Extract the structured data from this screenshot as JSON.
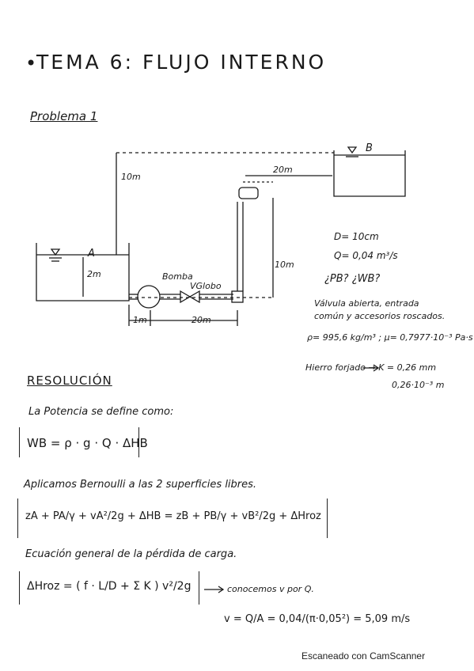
{
  "header": {
    "bullet": "•",
    "title": "TEMA 6: FLUJO INTERNO"
  },
  "problem": {
    "title": "Problema 1",
    "diagram": {
      "point_a": "A",
      "point_b": "B",
      "height_10m_left": "10m",
      "height_2m": "2m",
      "length_20m_top": "20m",
      "height_10m_right": "10m",
      "pump_label": "Bomba",
      "valve_label": "VGlobo",
      "length_1m": "1m",
      "length_20m_bottom": "20m"
    },
    "data": {
      "diameter": "D= 10cm",
      "flow": "Q= 0,04 m³/s",
      "question": "¿PB? ¿WB?",
      "line1": "Válvula abierta, entrada",
      "line2": "común y accesorios roscados.",
      "density": "ρ= 995,6 kg/m³ ; μ= 0,7977·10⁻³ Pa·s",
      "iron": "Hierro forjado → K = 0,26 mm",
      "iron_value": "0,26·10⁻³ m"
    }
  },
  "resolution": {
    "title": "RESOLUCIÓN",
    "text1": "La Potencia se define como:",
    "eq1": "WB = ρ · g · Q · ΔHB",
    "text2": "Aplicamos Bernoulli a las 2 superficies libres.",
    "eq2": "zA + PA/γ + vA²/2g + ΔHB = zB + PB/γ + vB²/2g + ΔHroz",
    "text3": "Ecuación general de la pérdida de carga.",
    "eq3": "ΔHroz = ( f · L/D + Σ K ) v²/2g",
    "eq3_note": "conocemos v por Q.",
    "eq4": "v = Q/A = 0,04/(π·0,05²) = 5,09 m/s"
  },
  "footer": {
    "scanner": "Escaneado con CamScanner"
  }
}
